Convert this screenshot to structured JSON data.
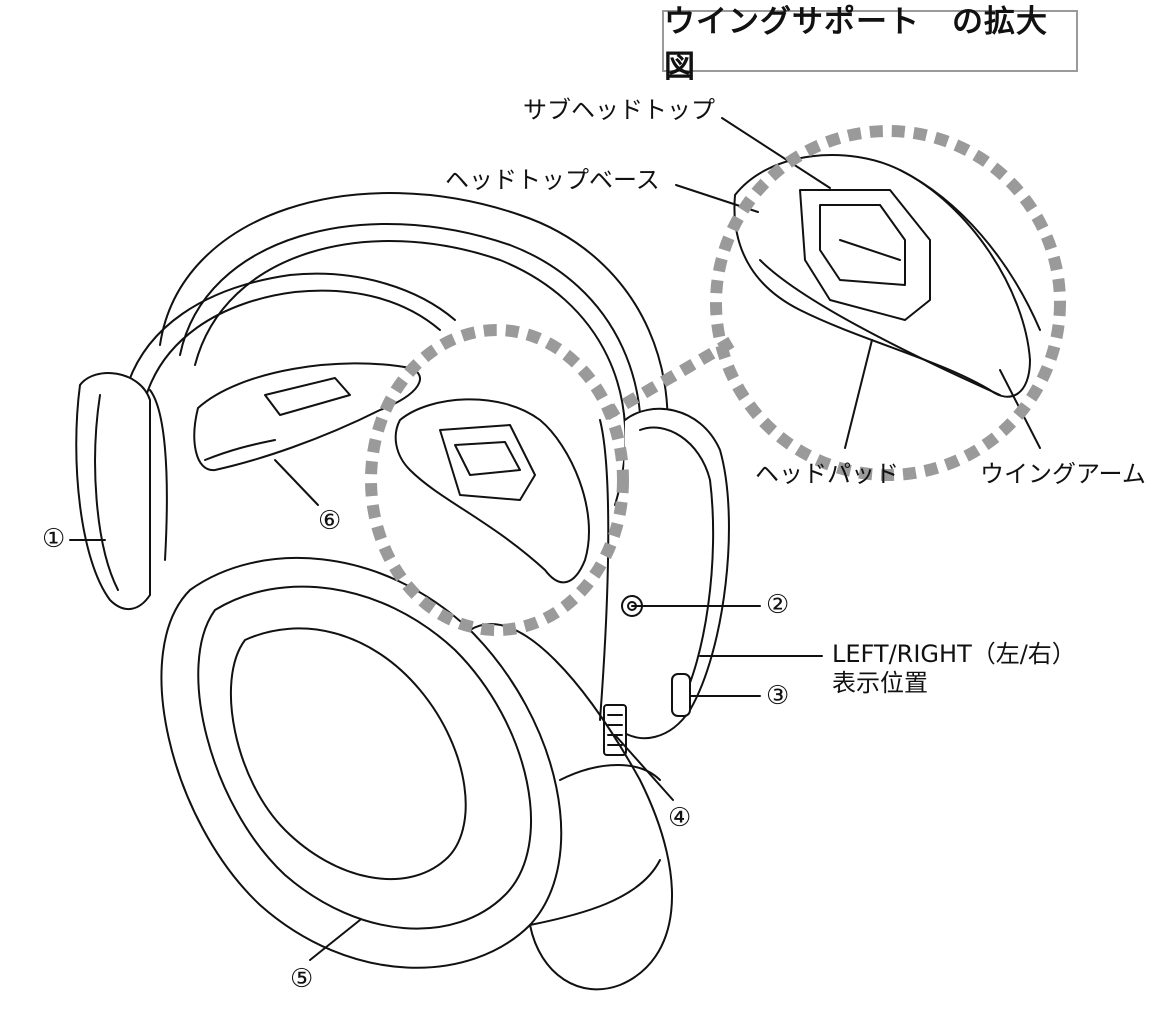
{
  "title": "ウイングサポート　の拡大図",
  "callouts": {
    "sub_headtop": "サブヘッドトップ",
    "headtop_base": "ヘッドトップベース",
    "head_pad": "ヘッドパッド",
    "wing_arm": "ウイングアーム",
    "lr_position_line1": "LEFT/RIGHT（左/右）",
    "lr_position_line2": "表示位置"
  },
  "part_numbers": [
    "①",
    "②",
    "③",
    "④",
    "⑤",
    "⑥"
  ],
  "colors": {
    "line": "#111111",
    "dotted_circle": "#9a9a9a",
    "frame": "#9a9a9a"
  }
}
